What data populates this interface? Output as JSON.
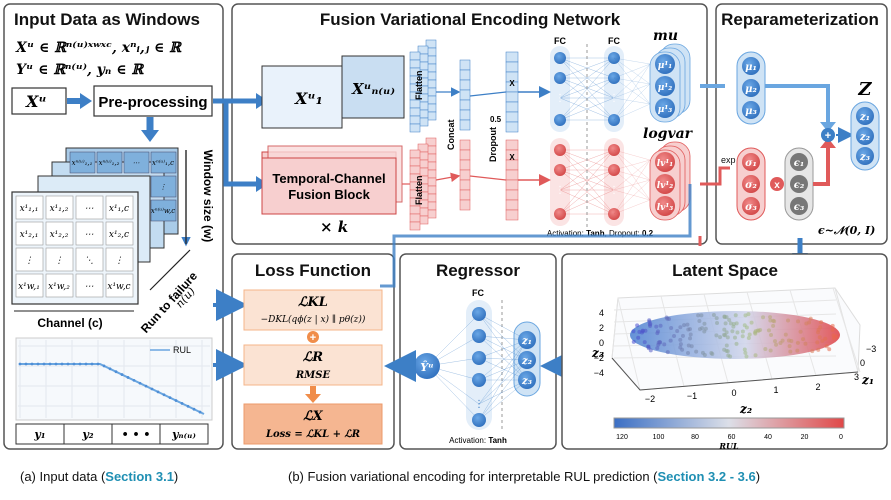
{
  "panels": {
    "input": "Input Data as Windows",
    "fusion": "Fusion Variational Encoding Network",
    "reparam": "Reparameterization",
    "loss": "Loss Function",
    "regressor": "Regressor",
    "latent": "Latent Space"
  },
  "input": {
    "eq1": "Xᵘ ∈ ℝⁿ⁽ᵘ⁾ˣʷˣᶜ, xⁿᵢ,ⱼ ∈ ℝ",
    "eq2": "Yᵘ ∈ ℝⁿ⁽ᵘ⁾, yₙ ∈ ℝ",
    "xu": "Xᵘ",
    "preprocessing": "Pre-processing",
    "window_size": "Window size (w)",
    "run_to_failure": "Run to failure",
    "nu": "n(u)",
    "channel": "Channel (c)",
    "rul_legend": "RUL",
    "y_cells": [
      "y₁",
      "y₂",
      "• • •",
      "yₙ₍ᵤ₎"
    ],
    "front_grid": [
      [
        "x¹₁,₁",
        "x¹₁,₂",
        "⋯",
        "x¹₁,c"
      ],
      [
        "x¹₂,₁",
        "x¹₂,₂",
        "⋯",
        "x¹₂,c"
      ],
      [
        "⋮",
        "⋮",
        "⋱",
        "⋮"
      ],
      [
        "x¹w,₁",
        "x¹w,₂",
        "⋯",
        "x¹w,c"
      ]
    ],
    "back_grid": [
      [
        "xⁿ⁽ᵘ⁾₁,₁",
        "xⁿ⁽ᵘ⁾₁,₂",
        "⋯",
        "xⁿ⁽ᵘ⁾₁,c"
      ],
      [
        "",
        "",
        "",
        "⋮"
      ],
      [
        "",
        "",
        "",
        "xⁿ⁽ᵘ⁾w,c"
      ]
    ]
  },
  "fusion": {
    "x1": "Xᵘ₁",
    "xn": "Xᵘₙ₍ᵤ₎",
    "flatten": "Flatten",
    "concat": "Concat",
    "dropout": "Dropout",
    "dropout_rate": "0.5",
    "fc": "FC",
    "temporal": "Temporal-Channel",
    "fusion_block": "Fusion Block",
    "times_k": "× k",
    "mu": "mu",
    "logvar": "logvar",
    "mu_nodes": [
      "μ¹₁",
      "μ¹₂",
      "μ¹₃"
    ],
    "lv_nodes": [
      "lv¹₁",
      "lv¹₂",
      "lv¹₃"
    ],
    "activation_prefix": "Activation: ",
    "activation": "Tanh",
    "dropout_prefix": ", Dropout: ",
    "dropout_val": "0.2",
    "x_mark": "X"
  },
  "reparam": {
    "mu": [
      "μ₁",
      "μ₂",
      "μ₃"
    ],
    "sigma": [
      "σ₁",
      "σ₂",
      "σ₃"
    ],
    "eps": [
      "ϵ₁",
      "ϵ₂",
      "ϵ₃"
    ],
    "z_title": "Z",
    "z": [
      "z₁",
      "z₂",
      "z₃"
    ],
    "exp": "exp",
    "eps_dist": "ϵ~𝒩(0, I)"
  },
  "loss": {
    "lkl": "ℒKL",
    "lkl_formula": "−DKL(qϕ(z | x) ∥ pθ(z))",
    "lr": "ℒR",
    "rmse": "RMSE",
    "lx": "ℒX",
    "lx_formula": "Loss = ℒKL + ℒR"
  },
  "regressor": {
    "fc": "FC",
    "y_hat": "Ŷᵘ",
    "z": [
      "z₁",
      "z₂",
      "z₃"
    ],
    "activation_prefix": "Activation: ",
    "activation": "Tanh"
  },
  "latent": {
    "z3": "z₃",
    "z2": "z₂",
    "z1": "z₁",
    "z3_ticks": [
      "4",
      "2",
      "0",
      "−2",
      "−4"
    ],
    "z2_ticks": [
      "−2",
      "−1",
      "0",
      "1",
      "2"
    ],
    "z1_ticks": [
      "−3",
      "0",
      "3"
    ],
    "cbar_ticks": [
      "120",
      "100",
      "80",
      "60",
      "40",
      "20",
      "0"
    ],
    "cbar_label": "RUL"
  },
  "captions": {
    "a_prefix": "(a) Input data (",
    "a_link": "Section 3.1",
    "a_suffix": ")",
    "b_prefix": "(b) Fusion variational encoding for interpretable RUL prediction (",
    "b_link": "Section 3.2 - 3.6",
    "b_suffix": ")"
  },
  "colors": {
    "blue": "#3d7fc6",
    "light_blue": "#cfe3f5",
    "red": "#e05a5a",
    "light_red": "#f7cfcf",
    "orange": "#f4a46a"
  }
}
